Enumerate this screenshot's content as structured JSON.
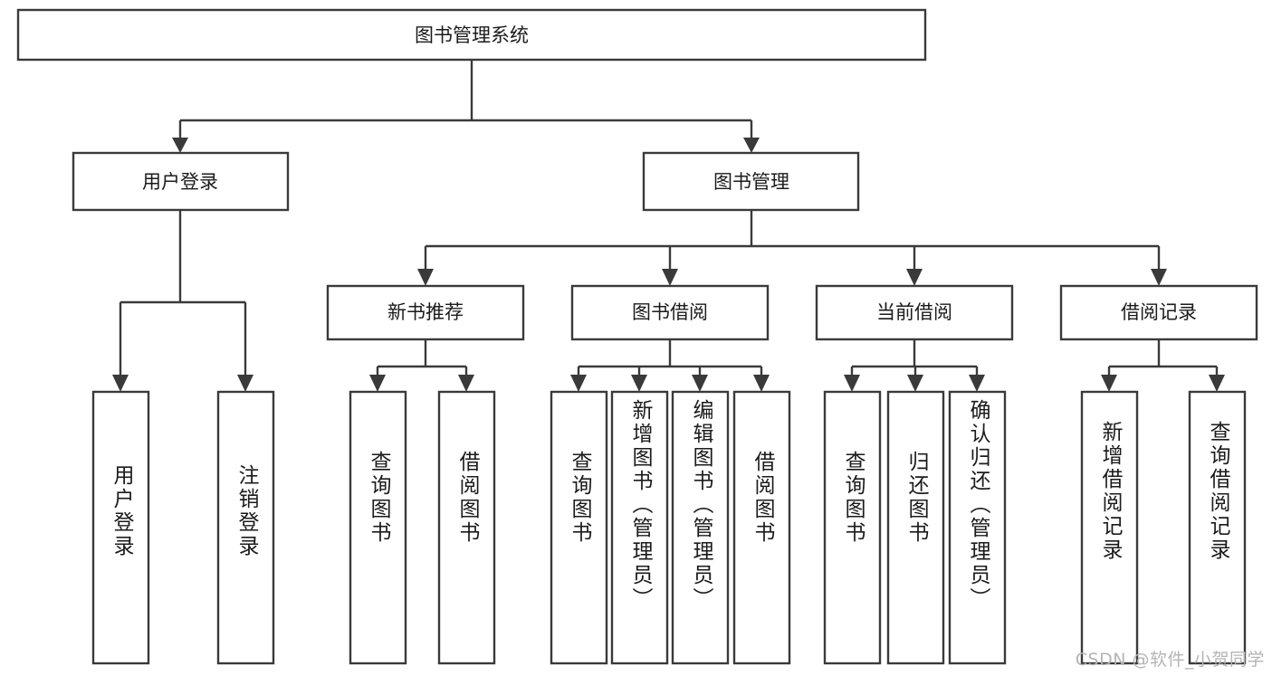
{
  "diagram": {
    "title": "图书管理系统",
    "type": "tree",
    "orientation": "top-down",
    "root": {
      "label": "图书管理系统",
      "level": 1
    },
    "level2": [
      {
        "label": "用户登录"
      },
      {
        "label": "图书管理"
      }
    ],
    "level3": [
      {
        "label": "新书推荐",
        "parent": "图书管理"
      },
      {
        "label": "图书借阅",
        "parent": "图书管理"
      },
      {
        "label": "当前借阅",
        "parent": "图书管理"
      },
      {
        "label": "借阅记录",
        "parent": "图书管理"
      }
    ],
    "leaves": {
      "user_login": [
        {
          "label": "用户登录"
        },
        {
          "label": "注销登录"
        }
      ],
      "new_book_recommend": [
        {
          "label": "查询图书"
        },
        {
          "label": "借阅图书"
        }
      ],
      "book_borrow": [
        {
          "label": "查询图书"
        },
        {
          "label": "新增图书（管理员）"
        },
        {
          "label": "编辑图书（管理员）"
        },
        {
          "label": "借阅图书"
        }
      ],
      "current_borrow": [
        {
          "label": "查询图书"
        },
        {
          "label": "归还图书"
        },
        {
          "label": "确认归还（管理员）"
        }
      ],
      "borrow_record": [
        {
          "label": "新增借阅记录"
        },
        {
          "label": "查询借阅记录"
        }
      ]
    }
  },
  "watermark": {
    "text": "CSDN @软件_小贺同学"
  },
  "colors": {
    "stroke": "#3a3a3a",
    "box_fill": "#ffffff",
    "text": "#1b1b1b",
    "watermark": "#b4b4b4",
    "background": "#ffffff"
  }
}
